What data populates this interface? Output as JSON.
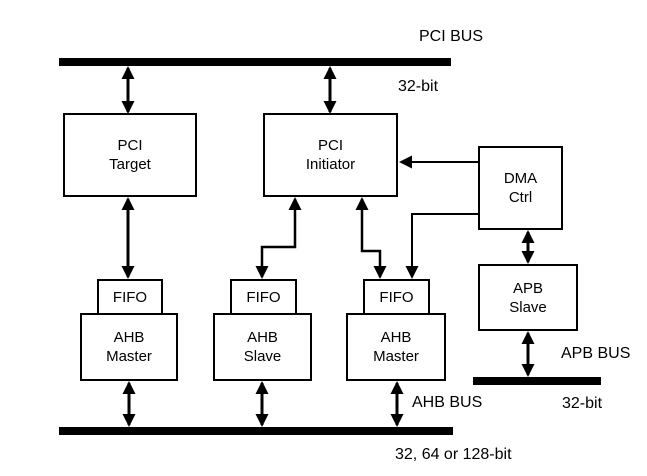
{
  "diagram": {
    "blocks": {
      "pci_target": "PCI\nTarget",
      "pci_initiator": "PCI\nInitiator",
      "dma_ctrl": "DMA\nCtrl",
      "fifo_target": "FIFO",
      "fifo_slave": "FIFO",
      "fifo_master": "FIFO",
      "ahb_master_left": "AHB\nMaster",
      "ahb_slave": "AHB\nSlave",
      "ahb_master_right": "AHB\nMaster",
      "apb_slave": "APB\nSlave"
    },
    "buses": {
      "pci": {
        "name": "PCI BUS",
        "width": "32-bit"
      },
      "ahb": {
        "name": "AHB BUS",
        "width": "32, 64 or 128-bit"
      },
      "apb": {
        "name": "APB BUS",
        "width": "32-bit"
      }
    },
    "colors": {
      "ink": "#000000",
      "background": "#ffffff"
    }
  }
}
